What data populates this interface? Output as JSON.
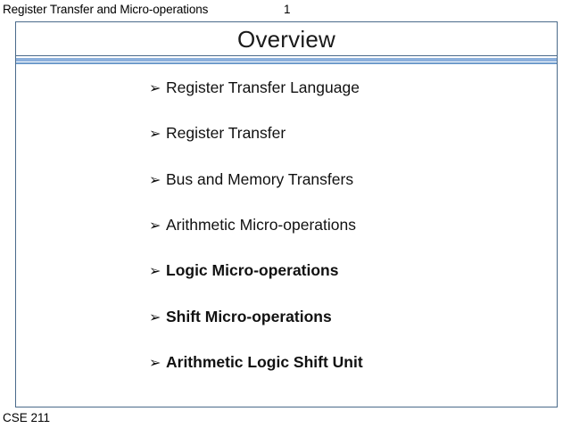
{
  "header": {
    "title": "Register Transfer and Micro-operations",
    "slide_number": "1"
  },
  "slide": {
    "title": "Overview",
    "bullet_glyph": "➢",
    "bullets": [
      {
        "label": "Register Transfer Language",
        "bold": false
      },
      {
        "label": "Register Transfer",
        "bold": false
      },
      {
        "label": "Bus and Memory Transfers",
        "bold": false
      },
      {
        "label": "Arithmetic Micro-operations",
        "bold": false
      },
      {
        "label": "Logic Micro-operations",
        "bold": true
      },
      {
        "label": "Shift Micro-operations",
        "bold": true
      },
      {
        "label": "Arithmetic Logic Shift Unit",
        "bold": true
      }
    ]
  },
  "footer": {
    "course_code": "CSE 211"
  },
  "colors": {
    "frame_border": "#4a6a8a",
    "divider_band": "#8cb0dc",
    "divider_rule": "#6e9bcb",
    "text": "#111111",
    "background": "#ffffff"
  }
}
